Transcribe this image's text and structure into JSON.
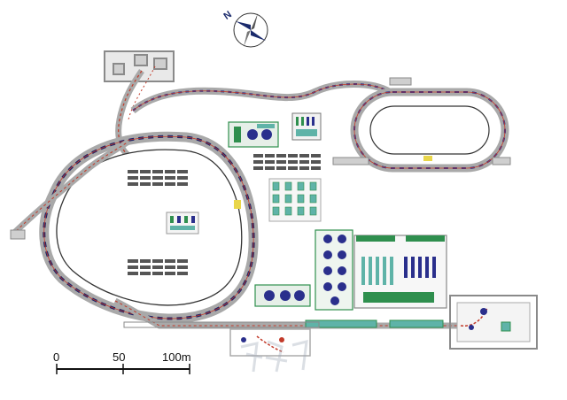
{
  "compass": {
    "north_label": "N"
  },
  "scale_bar": {
    "labels": [
      "0",
      "50",
      "100m"
    ]
  },
  "colors": {
    "tunnel": "#a9a9a9",
    "tunnel_dark": "#7d7d7d",
    "beamline_red": "#c23a2a",
    "magnet_blue": "#2a2f8c",
    "magnet_navy": "#1f2366",
    "equipment_green": "#2f8f4e",
    "equipment_teal": "#5fb3a8",
    "rack_gray": "#555555",
    "yellow_marker": "#e9d64a"
  },
  "equipment_icons": [
    "cryo-plant-icon",
    "rf-station-icon",
    "power-supply-rack-icon",
    "control-rack-icon"
  ]
}
